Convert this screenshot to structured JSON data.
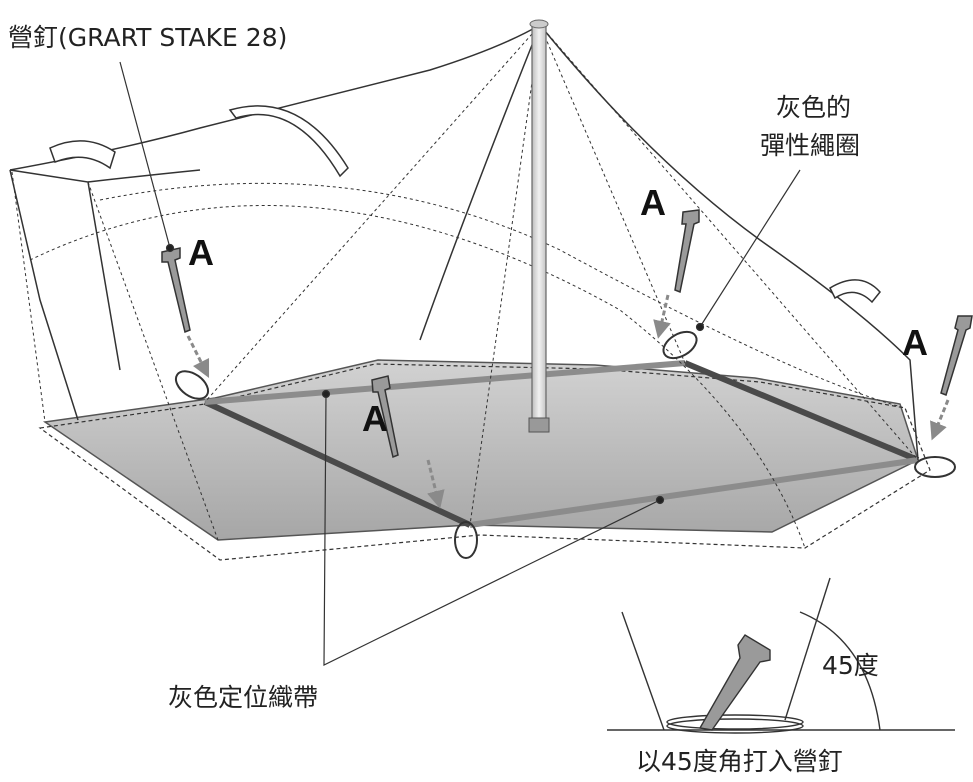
{
  "labels": {
    "stake_name": "營釘(GRART STAKE 28)",
    "elastic_cord_line1": "灰色的",
    "elastic_cord_line2": "彈性繩圈",
    "webbing": "灰色定位織帶",
    "angle": "45度",
    "caption": "以45度角打入營釘"
  },
  "markers": [
    "A",
    "A",
    "A",
    "A"
  ]
}
